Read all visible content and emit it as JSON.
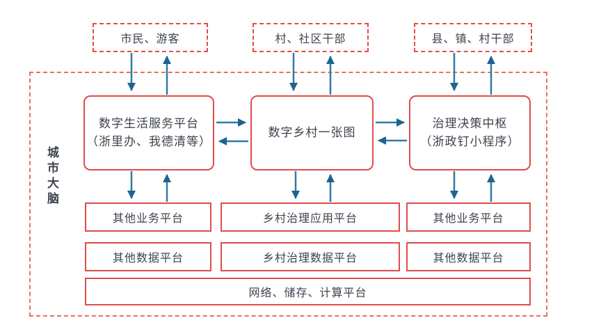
{
  "colors": {
    "border_red": "#e04b4b",
    "outer_dash_red": "#e56f6a",
    "arrow_blue": "#2e7ba3",
    "arrow_head_blue": "#1d6490",
    "text": "#3d434d"
  },
  "actors": [
    {
      "id": "citizens",
      "label": "市民、游客"
    },
    {
      "id": "village-community-cadres",
      "label": "村、社区干部"
    },
    {
      "id": "county-town-village-cadres",
      "label": "县、镇、村干部"
    }
  ],
  "container": {
    "label": "城市大脑"
  },
  "platforms": [
    {
      "id": "digital-life-service",
      "line1": "数字生活服务平台",
      "line2": "（浙里办、我德清等）"
    },
    {
      "id": "digital-village-one-map",
      "line1": "数字乡村一张图",
      "line2": ""
    },
    {
      "id": "governance-decision-hub",
      "line1": "治理决策中枢",
      "line2": "（浙政钉小程序）"
    }
  ],
  "business_row": [
    {
      "id": "other-business-left",
      "label": "其他业务平台"
    },
    {
      "id": "village-governance-app",
      "label": "乡村治理应用平台"
    },
    {
      "id": "other-business-right",
      "label": "其他业务平台"
    }
  ],
  "data_row": [
    {
      "id": "other-data-left",
      "label": "其他数据平台"
    },
    {
      "id": "village-governance-data",
      "label": "乡村治理数据平台"
    },
    {
      "id": "other-data-right",
      "label": "其他数据平台"
    }
  ],
  "infra": {
    "label": "网络、储存、计算平台"
  },
  "edges": [
    {
      "from": "市民、游客",
      "to": "数字生活服务平台",
      "bidirectional": true
    },
    {
      "from": "村、社区干部",
      "to": "数字乡村一张图",
      "bidirectional": true
    },
    {
      "from": "县、镇、村干部",
      "to": "治理决策中枢",
      "bidirectional": true
    },
    {
      "from": "数字生活服务平台",
      "to": "数字乡村一张图",
      "bidirectional": true
    },
    {
      "from": "数字乡村一张图",
      "to": "治理决策中枢",
      "bidirectional": true
    },
    {
      "from": "数字生活服务平台",
      "to": "其他业务平台(左)",
      "bidirectional": true
    },
    {
      "from": "数字乡村一张图",
      "to": "乡村治理应用平台",
      "bidirectional": true
    },
    {
      "from": "治理决策中枢",
      "to": "其他业务平台(右)",
      "bidirectional": true
    }
  ]
}
